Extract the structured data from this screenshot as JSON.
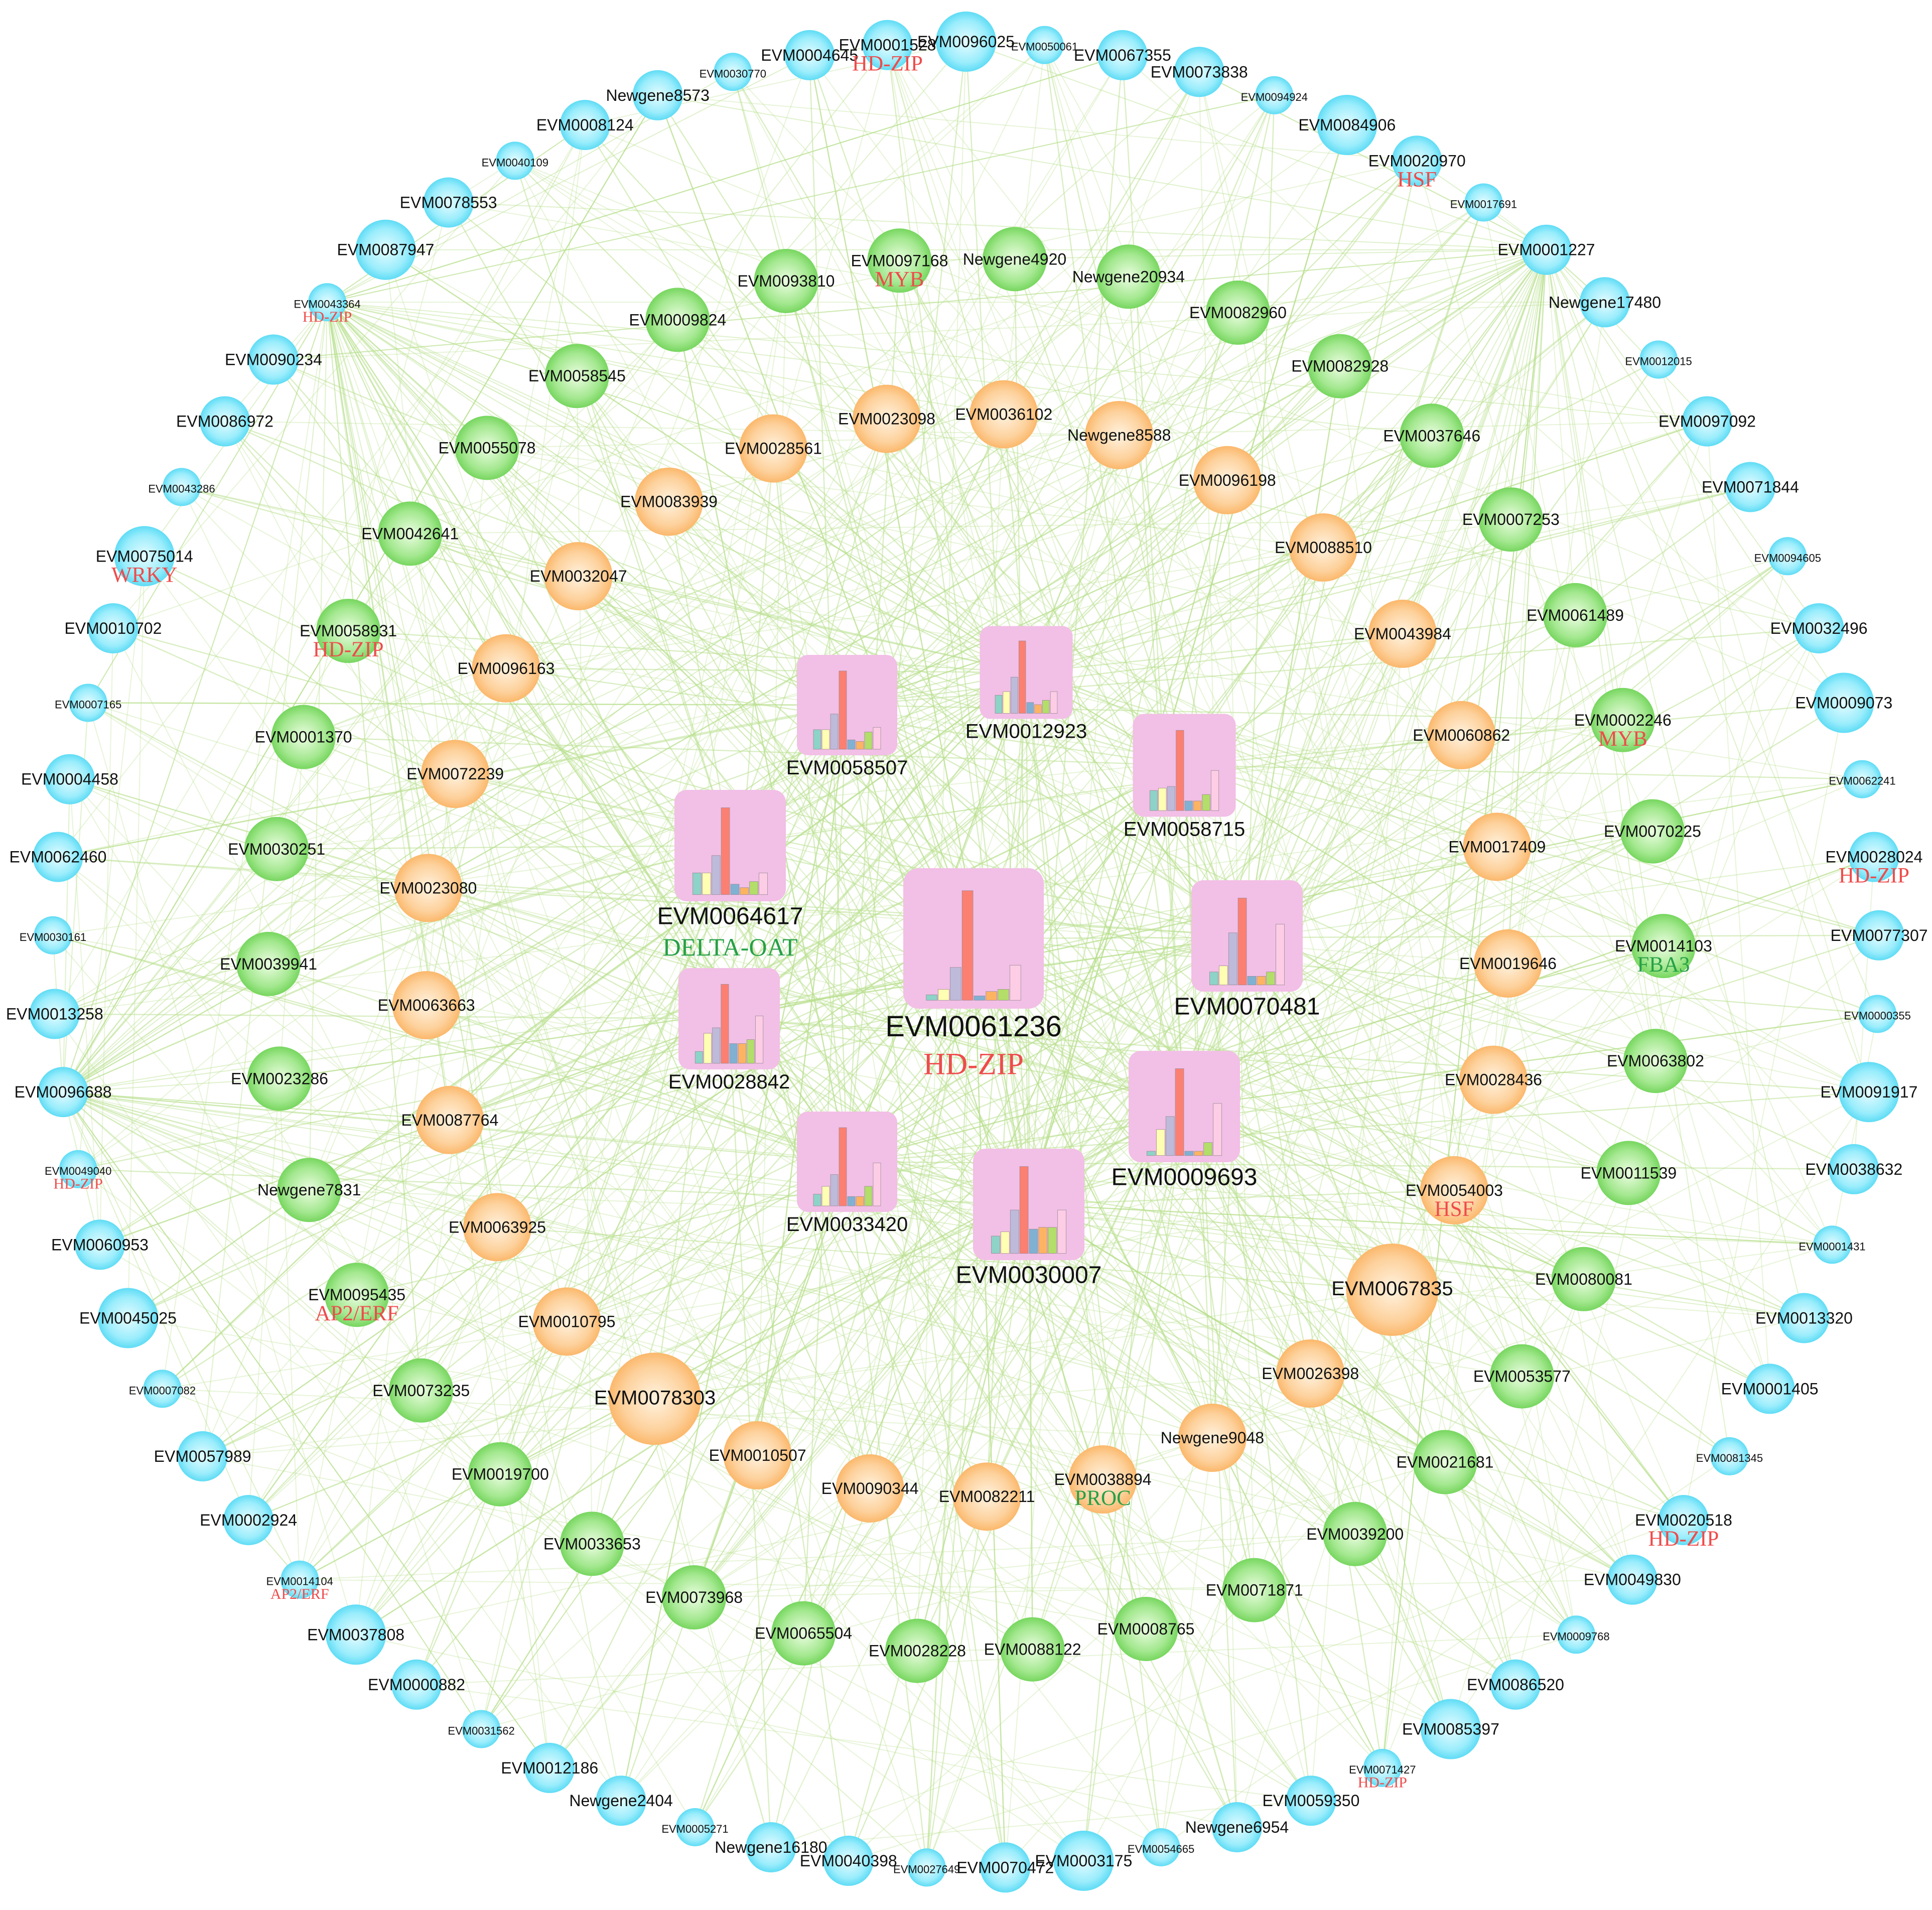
{
  "colors": {
    "edge": "#b9e08f",
    "outer_fill": "#7ee7fb",
    "outer_center": "#e6fcff",
    "green_fill": "#8fe07a",
    "green_center": "#ecfde2",
    "orange_fill": "#fdc583",
    "orange_center": "#fff3e0",
    "hub_box": "#f2bfe6",
    "tf_red": "#ef4b4b",
    "tf_green": "#26a047",
    "bar_palette": [
      "#8dd3c7",
      "#ffffb3",
      "#bebada",
      "#fb8072",
      "#80b1d3",
      "#fdb462",
      "#b3de69",
      "#fccde5"
    ]
  },
  "legend": null,
  "network": {
    "outer_ring": [
      {
        "label": "EVM0096025",
        "tf": ""
      },
      {
        "label": "EVM0050061",
        "tf": ""
      },
      {
        "label": "EVM0067355",
        "tf": ""
      },
      {
        "label": "EVM0073838",
        "tf": ""
      },
      {
        "label": "EVM0094924",
        "tf": ""
      },
      {
        "label": "EVM0084906",
        "tf": ""
      },
      {
        "label": "EVM0020970",
        "tf": "HSF"
      },
      {
        "label": "EVM0017691",
        "tf": ""
      },
      {
        "label": "EVM0001227",
        "tf": ""
      },
      {
        "label": "Newgene17480",
        "tf": ""
      },
      {
        "label": "EVM0012015",
        "tf": ""
      },
      {
        "label": "EVM0097092",
        "tf": ""
      },
      {
        "label": "EVM0071844",
        "tf": ""
      },
      {
        "label": "EVM0094605",
        "tf": ""
      },
      {
        "label": "EVM0032496",
        "tf": ""
      },
      {
        "label": "EVM0009073",
        "tf": ""
      },
      {
        "label": "EVM0062241",
        "tf": ""
      },
      {
        "label": "EVM0028024",
        "tf": "HD-ZIP"
      },
      {
        "label": "EVM0077307",
        "tf": ""
      },
      {
        "label": "EVM0000355",
        "tf": ""
      },
      {
        "label": "EVM0091917",
        "tf": ""
      },
      {
        "label": "EVM0038632",
        "tf": ""
      },
      {
        "label": "EVM0001431",
        "tf": ""
      },
      {
        "label": "EVM0013320",
        "tf": ""
      },
      {
        "label": "EVM0001405",
        "tf": ""
      },
      {
        "label": "EVM0081345",
        "tf": ""
      },
      {
        "label": "EVM0020518",
        "tf": "HD-ZIP"
      },
      {
        "label": "EVM0049830",
        "tf": ""
      },
      {
        "label": "EVM0009768",
        "tf": ""
      },
      {
        "label": "EVM0086520",
        "tf": ""
      },
      {
        "label": "EVM0085397",
        "tf": ""
      },
      {
        "label": "EVM0071427",
        "tf": "HD-ZIP"
      },
      {
        "label": "EVM0059350",
        "tf": ""
      },
      {
        "label": "Newgene6954",
        "tf": ""
      },
      {
        "label": "EVM0054665",
        "tf": ""
      },
      {
        "label": "EVM0003175",
        "tf": ""
      },
      {
        "label": "EVM0070472",
        "tf": ""
      },
      {
        "label": "EVM0027649",
        "tf": ""
      },
      {
        "label": "EVM0040398",
        "tf": ""
      },
      {
        "label": "Newgene16180",
        "tf": ""
      },
      {
        "label": "EVM0005271",
        "tf": ""
      },
      {
        "label": "Newgene2404",
        "tf": ""
      },
      {
        "label": "EVM0012186",
        "tf": ""
      },
      {
        "label": "EVM0031562",
        "tf": ""
      },
      {
        "label": "EVM0000882",
        "tf": ""
      },
      {
        "label": "EVM0037808",
        "tf": ""
      },
      {
        "label": "EVM0014104",
        "tf": "AP2/ERF"
      },
      {
        "label": "EVM0002924",
        "tf": ""
      },
      {
        "label": "EVM0057989",
        "tf": ""
      },
      {
        "label": "EVM0007082",
        "tf": ""
      },
      {
        "label": "EVM0045025",
        "tf": ""
      },
      {
        "label": "EVM0060953",
        "tf": ""
      },
      {
        "label": "EVM0049040",
        "tf": "HD-ZIP"
      },
      {
        "label": "EVM0096688",
        "tf": ""
      },
      {
        "label": "EVM0013258",
        "tf": ""
      },
      {
        "label": "EVM0030161",
        "tf": ""
      },
      {
        "label": "EVM0062460",
        "tf": ""
      },
      {
        "label": "EVM0004458",
        "tf": ""
      },
      {
        "label": "EVM0007165",
        "tf": ""
      },
      {
        "label": "EVM0010702",
        "tf": ""
      },
      {
        "label": "EVM0075014",
        "tf": "WRKY"
      },
      {
        "label": "EVM0043286",
        "tf": ""
      },
      {
        "label": "EVM0086972",
        "tf": ""
      },
      {
        "label": "EVM0090234",
        "tf": ""
      },
      {
        "label": "EVM0043364",
        "tf": "HD-ZIP"
      },
      {
        "label": "EVM0087947",
        "tf": ""
      },
      {
        "label": "EVM0078553",
        "tf": ""
      },
      {
        "label": "EVM0040109",
        "tf": ""
      },
      {
        "label": "EVM0008124",
        "tf": ""
      },
      {
        "label": "Newgene8573",
        "tf": ""
      },
      {
        "label": "EVM0030770",
        "tf": ""
      },
      {
        "label": "EVM0004645",
        "tf": ""
      },
      {
        "label": "EVM0001528",
        "tf": "HD-ZIP"
      }
    ],
    "green_ring": [
      {
        "label": "Newgene4920",
        "tf": ""
      },
      {
        "label": "Newgene20934",
        "tf": ""
      },
      {
        "label": "EVM0082960",
        "tf": ""
      },
      {
        "label": "EVM0082928",
        "tf": ""
      },
      {
        "label": "EVM0037646",
        "tf": ""
      },
      {
        "label": "EVM0007253",
        "tf": ""
      },
      {
        "label": "EVM0061489",
        "tf": ""
      },
      {
        "label": "EVM0002246",
        "tf": "MYB"
      },
      {
        "label": "EVM0070225",
        "tf": ""
      },
      {
        "label": "EVM0014103",
        "tf": "FBA3"
      },
      {
        "label": "EVM0063802",
        "tf": ""
      },
      {
        "label": "EVM0011539",
        "tf": ""
      },
      {
        "label": "EVM0080081",
        "tf": ""
      },
      {
        "label": "EVM0053577",
        "tf": ""
      },
      {
        "label": "EVM0021681",
        "tf": ""
      },
      {
        "label": "EVM0039200",
        "tf": ""
      },
      {
        "label": "EVM0071871",
        "tf": ""
      },
      {
        "label": "EVM0008765",
        "tf": ""
      },
      {
        "label": "EVM0088122",
        "tf": ""
      },
      {
        "label": "EVM0028228",
        "tf": ""
      },
      {
        "label": "EVM0065504",
        "tf": ""
      },
      {
        "label": "EVM0073968",
        "tf": ""
      },
      {
        "label": "EVM0033653",
        "tf": ""
      },
      {
        "label": "EVM0019700",
        "tf": ""
      },
      {
        "label": "EVM0073235",
        "tf": ""
      },
      {
        "label": "EVM0095435",
        "tf": "AP2/ERF"
      },
      {
        "label": "Newgene7831",
        "tf": ""
      },
      {
        "label": "EVM0023286",
        "tf": ""
      },
      {
        "label": "EVM0039941",
        "tf": ""
      },
      {
        "label": "EVM0030251",
        "tf": ""
      },
      {
        "label": "EVM0001370",
        "tf": ""
      },
      {
        "label": "EVM0058931",
        "tf": "HD-ZIP"
      },
      {
        "label": "EVM0042641",
        "tf": ""
      },
      {
        "label": "EVM0055078",
        "tf": ""
      },
      {
        "label": "EVM0058545",
        "tf": ""
      },
      {
        "label": "EVM0009824",
        "tf": ""
      },
      {
        "label": "EVM0093810",
        "tf": ""
      },
      {
        "label": "EVM0097168",
        "tf": "MYB"
      }
    ],
    "orange_ring": [
      {
        "label": "EVM0036102",
        "tf": ""
      },
      {
        "label": "Newgene8588",
        "tf": ""
      },
      {
        "label": "EVM0096198",
        "tf": ""
      },
      {
        "label": "EVM0088510",
        "tf": ""
      },
      {
        "label": "EVM0043984",
        "tf": ""
      },
      {
        "label": "EVM0060862",
        "tf": ""
      },
      {
        "label": "EVM0017409",
        "tf": ""
      },
      {
        "label": "EVM0019646",
        "tf": ""
      },
      {
        "label": "EVM0028436",
        "tf": ""
      },
      {
        "label": "EVM0054003",
        "tf": "HSF"
      },
      {
        "label": "EVM0067835",
        "tf": ""
      },
      {
        "label": "EVM0026398",
        "tf": ""
      },
      {
        "label": "Newgene9048",
        "tf": ""
      },
      {
        "label": "EVM0038894",
        "tf": "PROC"
      },
      {
        "label": "EVM0082211",
        "tf": ""
      },
      {
        "label": "EVM0090344",
        "tf": ""
      },
      {
        "label": "EVM0010507",
        "tf": ""
      },
      {
        "label": "EVM0078303",
        "tf": ""
      },
      {
        "label": "EVM0010795",
        "tf": ""
      },
      {
        "label": "EVM0063925",
        "tf": ""
      },
      {
        "label": "EVM0087764",
        "tf": ""
      },
      {
        "label": "EVM0063663",
        "tf": ""
      },
      {
        "label": "EVM0023080",
        "tf": ""
      },
      {
        "label": "EVM0072239",
        "tf": ""
      },
      {
        "label": "EVM0096163",
        "tf": ""
      },
      {
        "label": "EVM0032047",
        "tf": ""
      },
      {
        "label": "EVM0083939",
        "tf": ""
      },
      {
        "label": "EVM0028561",
        "tf": ""
      },
      {
        "label": "EVM0023098",
        "tf": ""
      }
    ],
    "hubs": [
      {
        "label": "EVM0061236",
        "tf": "HD-ZIP",
        "bars": [
          0.05,
          0.1,
          0.3,
          1.0,
          0.04,
          0.08,
          0.1,
          0.32
        ]
      },
      {
        "label": "EVM0064617",
        "tf": "DELTA-OAT",
        "bars": [
          0.25,
          0.25,
          0.45,
          1.0,
          0.12,
          0.08,
          0.15,
          0.25
        ]
      },
      {
        "label": "EVM0058507",
        "tf": "",
        "bars": [
          0.25,
          0.25,
          0.45,
          1.0,
          0.12,
          0.1,
          0.22,
          0.28
        ]
      },
      {
        "label": "EVM0012923",
        "tf": "",
        "bars": [
          0.25,
          0.3,
          0.5,
          1.0,
          0.15,
          0.12,
          0.18,
          0.3
        ]
      },
      {
        "label": "EVM0058715",
        "tf": "",
        "bars": [
          0.25,
          0.28,
          0.3,
          1.0,
          0.12,
          0.12,
          0.2,
          0.5
        ]
      },
      {
        "label": "EVM0070481",
        "tf": "",
        "bars": [
          0.15,
          0.22,
          0.6,
          1.0,
          0.1,
          0.1,
          0.15,
          0.7
        ]
      },
      {
        "label": "EVM0028842",
        "tf": "",
        "bars": [
          0.15,
          0.38,
          0.45,
          1.0,
          0.25,
          0.25,
          0.3,
          0.6
        ]
      },
      {
        "label": "EVM0009693",
        "tf": "",
        "bars": [
          0.05,
          0.3,
          0.45,
          1.0,
          0.05,
          0.05,
          0.15,
          0.6
        ]
      },
      {
        "label": "EVM0033420",
        "tf": "",
        "bars": [
          0.15,
          0.25,
          0.4,
          1.0,
          0.12,
          0.12,
          0.25,
          0.55
        ]
      },
      {
        "label": "EVM0030007",
        "tf": "",
        "bars": [
          0.2,
          0.25,
          0.5,
          1.0,
          0.28,
          0.3,
          0.3,
          0.5
        ]
      }
    ]
  }
}
